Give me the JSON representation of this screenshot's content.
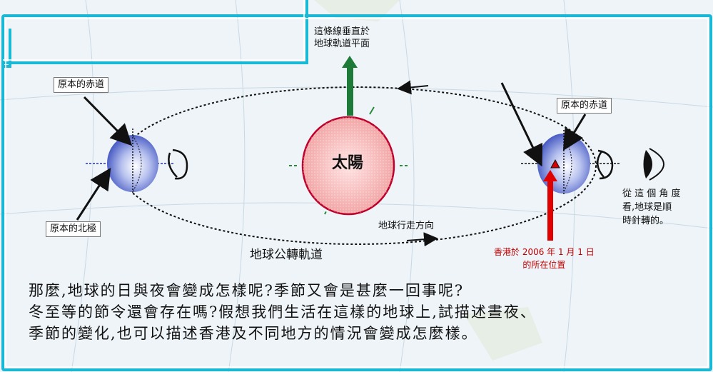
{
  "colors": {
    "frame": "#1bb8d6",
    "sun_fill": "#f2a6a6",
    "sun_edge": "#c0002a",
    "earth_fill": "#4c60c8",
    "arrow_green": "#1d7a37",
    "hk_red": "#d60000",
    "orbit": "#111111"
  },
  "labels": {
    "perpendicular_line": [
      "這條線垂直於",
      "地球軌道平面"
    ],
    "original_equator_left": "原本的赤道",
    "original_north_pole": "原本的北極",
    "sun": "太陽",
    "earth_motion_direction": "地球行走方向",
    "orbit": "地球公轉軌道",
    "original_equator_right": "原本的赤道",
    "viewpoint_note": [
      "從 這 個 角 度",
      "看,地球是順",
      "時針轉的。"
    ],
    "hongkong_note": [
      "香港於 2006 年 1 月 1 日",
      "的所在位置"
    ]
  },
  "paragraph": [
    "那麼,地球的日與夜會變成怎樣呢?季節又會是甚麼一回事呢?",
    "冬至等的節令還會存在嗎?假想我們生活在這樣的地球上,試描述晝夜、",
    "季節的變化,也可以描述香港及不同地方的情況會變成怎麼樣。"
  ],
  "icons": {
    "viewer": "eye-icon",
    "rotation": "rotation-arrow-icon",
    "hong_kong_marker": "triangle-marker-icon"
  }
}
